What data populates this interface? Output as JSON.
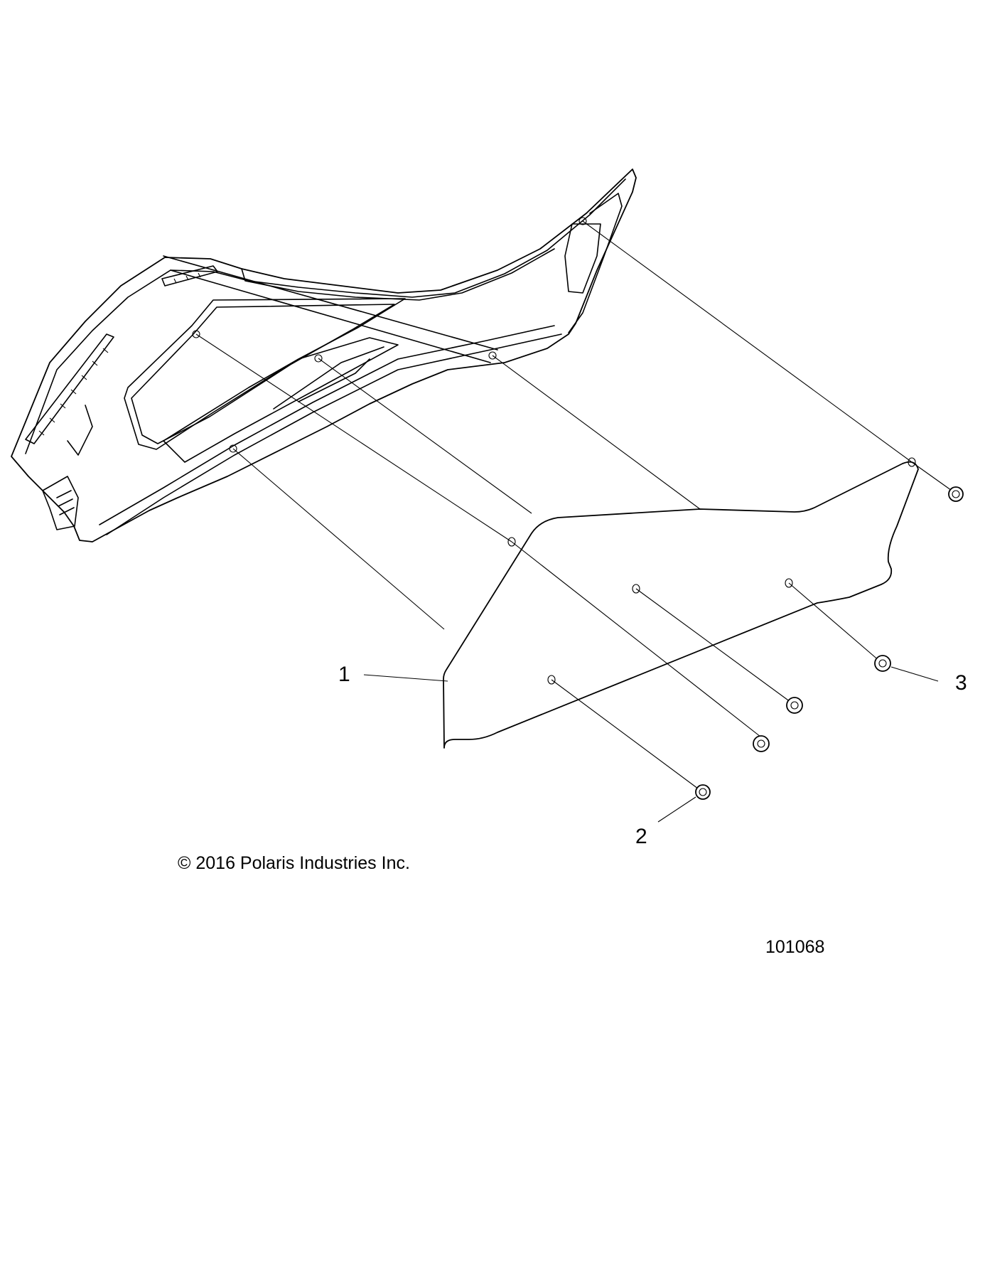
{
  "callouts": [
    {
      "label": "1",
      "part": "panel"
    },
    {
      "label": "2",
      "part": "nut"
    },
    {
      "label": "3",
      "part": "nut"
    }
  ],
  "copyright": "© 2016 Polaris Industries Inc.",
  "figure_id": "101068"
}
